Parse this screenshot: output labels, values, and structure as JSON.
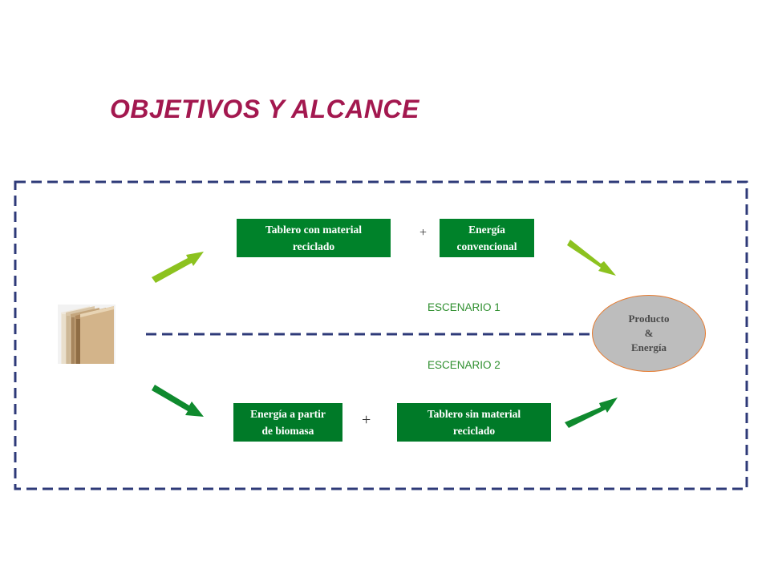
{
  "title": "OBJETIVOS Y ALCANCE",
  "scenario1": {
    "label": "ESCENARIO 1",
    "left_box": [
      "Tablero con material",
      "reciclado"
    ],
    "plus": "+",
    "right_box": [
      "Energía",
      "convencional"
    ]
  },
  "scenario2": {
    "label": "ESCENARIO 2",
    "left_box": [
      "Energía a partir",
      "de biomasa"
    ],
    "plus": "+",
    "right_box": [
      "Tablero sin material",
      "reciclado"
    ]
  },
  "product": [
    "Producto",
    "&",
    "Energía"
  ],
  "colors": {
    "title": "#a3184f",
    "frame": "#2e3a78",
    "box": "#00822a",
    "arrow_light": "#8cc21f",
    "arrow_dark": "#0f8a2e",
    "scenario_label": "#2f8f2f",
    "product_fill": "#bdbdbd",
    "product_border": "#e67a2e"
  }
}
